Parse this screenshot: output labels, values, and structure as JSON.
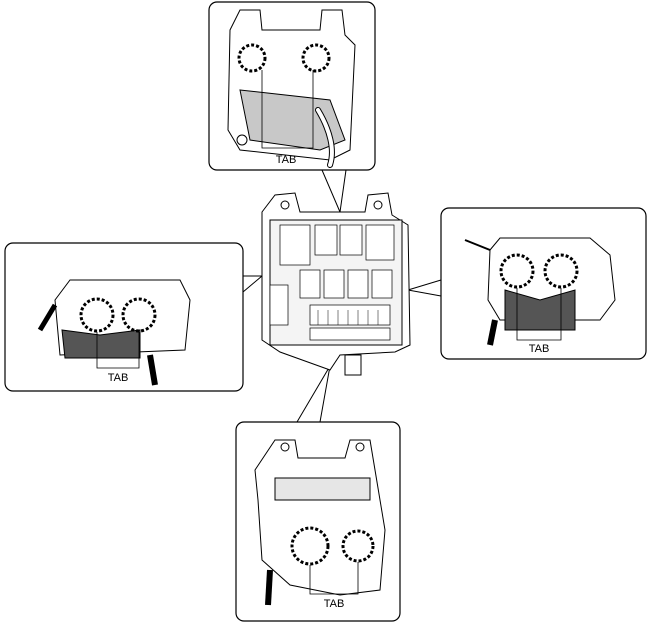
{
  "labels": {
    "top_view": "TAB",
    "left_view": "TAB",
    "right_view": "TAB",
    "bottom_view": "TAB"
  },
  "colors": {
    "line": "#000000",
    "part_fill": "#ffffff",
    "shade": "#555555",
    "light_shade": "#c8c8c8"
  }
}
